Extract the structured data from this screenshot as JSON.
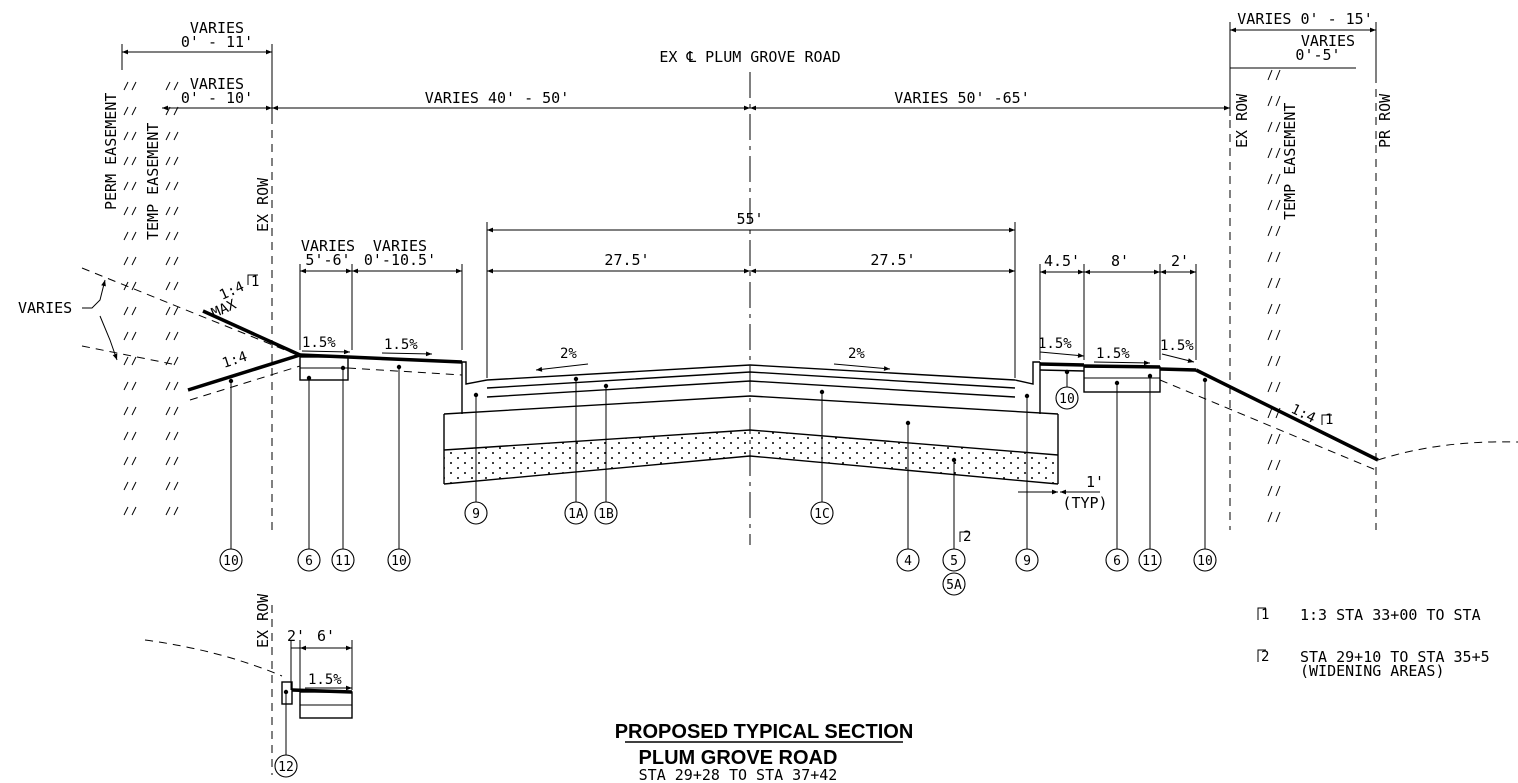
{
  "title": {
    "main": "PROPOSED TYPICAL SECTION",
    "road": "PLUM GROVE ROAD",
    "station": "STA 29+28 TO STA 37+42"
  },
  "center_label": "EX ℄ PLUM GROVE ROAD",
  "dimensions": {
    "left_top_varies": "VARIES",
    "left_top_range": "0' - 11'",
    "left_mid_varies": "VARIES",
    "left_mid_range": "0' - 10'",
    "left_half": "VARIES 40' - 50'",
    "right_half": "VARIES 50' -65'",
    "right_top": "VARIES 0' - 15'",
    "right_sub_varies": "VARIES",
    "right_sub_range": "0'-5'",
    "pavement_total": "55'",
    "lane_left": "27.5'",
    "lane_right": "27.5'",
    "sidewalk_varies": "VARIES",
    "sidewalk_range": "5'-6'",
    "parkway_varies": "VARIES",
    "parkway_range": "0'-10.5'",
    "r_45": "4.5'",
    "r_8": "8'",
    "r_2": "2'",
    "typ_1": "1'",
    "typ": "(TYP)",
    "detail_2": "2'",
    "detail_6": "6'",
    "varies_side": "VARIES"
  },
  "slopes": {
    "left_slope_max": "1:4",
    "max": "MAX",
    "left_slope_low": "1:4",
    "sw_left": "1.5%",
    "pkwy_left": "1.5%",
    "pave_left": "2%",
    "pave_right": "2%",
    "r_curb": "1.5%",
    "r_walk": "1.5%",
    "r_shoulder": "1.5%",
    "r_fill": "1:4",
    "detail": "1.5%"
  },
  "labels": {
    "perm_easement": "PERM EASEMENT",
    "temp_easement_left": "TEMP EASEMENT",
    "ex_row_left": "EX ROW",
    "ex_row_detail": "EX ROW",
    "ex_row_right": "EX ROW",
    "temp_easement_right": "TEMP EASEMENT",
    "pr_row": "PR ROW"
  },
  "callouts": [
    "10",
    "6",
    "11",
    "10",
    "9",
    "1A",
    "1B",
    "1C",
    "4",
    "5",
    "5A",
    "9",
    "6",
    "11",
    "10",
    "10",
    "12"
  ],
  "notes": [
    {
      "flag": "1",
      "text": "1:3 STA 33+00 TO STA"
    },
    {
      "flag": "2",
      "text": "STA 29+10 TO STA 35+5",
      "text2": "(WIDENING AREAS)"
    }
  ],
  "flags": {
    "left_slope": "1",
    "right_slope": "1",
    "subbase": "2"
  }
}
